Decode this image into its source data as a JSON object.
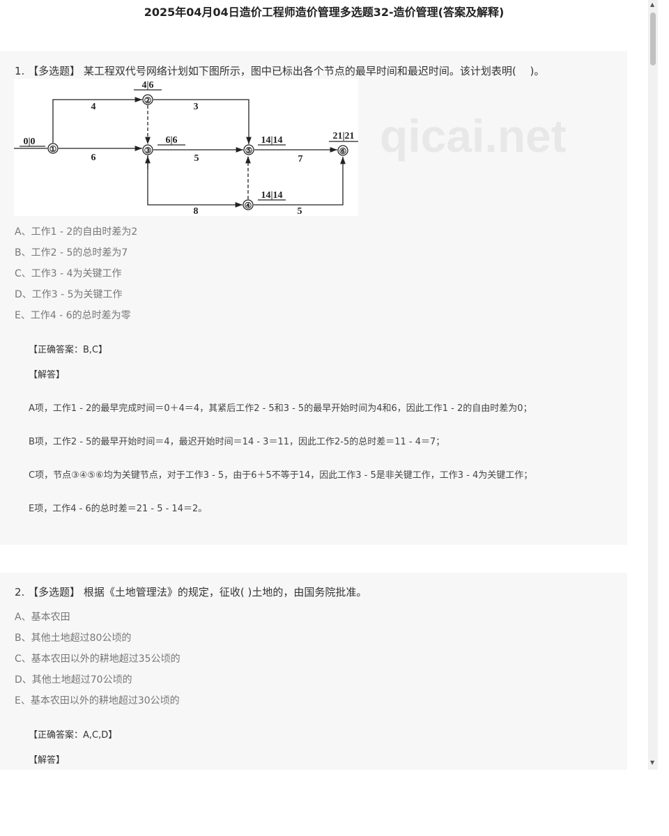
{
  "title": "2025年04月04日造价工程师造价管理多选题32-造价管理(答案及解释)",
  "q1": {
    "stem": "1. 【多选题】 某工程双代号网络计划如下图所示，图中已标出各个节点的最早时间和最迟时间。该计划表明(　 )。",
    "watermark": "qicai.net",
    "diagram": {
      "nodes": [
        "①",
        "②",
        "③",
        "④",
        "⑤",
        "⑥"
      ],
      "times": [
        "0|0",
        "4|6",
        "6|6",
        "14|14",
        "14|14",
        "21|21"
      ],
      "durations": [
        "4",
        "3",
        "6",
        "5",
        "7",
        "8",
        "5"
      ]
    },
    "options": [
      "A、工作1 - 2的自由时差为2",
      "B、工作2 - 5的总时差为7",
      "C、工作3 - 4为关键工作",
      "D、工作3 - 5为关键工作",
      "E、工作4 - 6的总时差为零"
    ],
    "answer": "【正确答案：B,C】",
    "analysis_label": "【解答】",
    "analysis": [
      "A项，工作1 - 2的最早完成时间＝0＋4＝4，其紧后工作2 - 5和3 - 5的最早开始时间为4和6，因此工作1 - 2的自由时差为0；",
      "B项，工作2 - 5的最早开始时间＝4，最迟开始时间＝14 - 3＝11，因此工作2-5的总时差＝11 - 4＝7；",
      "C项，节点③④⑤⑥均为关键节点，对于工作3 - 5，由于6＋5不等于14，因此工作3 - 5是非关键工作，工作3 - 4为关键工作；",
      "E项，工作4 - 6的总时差＝21 - 5 - 14＝2。"
    ]
  },
  "q2": {
    "stem": "2. 【多选题】 根据《土地管理法》的规定，征收( )土地的，由国务院批准。",
    "options": [
      "A、基本农田",
      "B、其他土地超过80公顷的",
      "C、基本农田以外的耕地超过35公顷的",
      "D、其他土地超过70公顷的",
      "E、基本农田以外的耕地超过30公顷的"
    ],
    "answer": "【正确答案：A,C,D】",
    "analysis_label": "【解答】"
  }
}
